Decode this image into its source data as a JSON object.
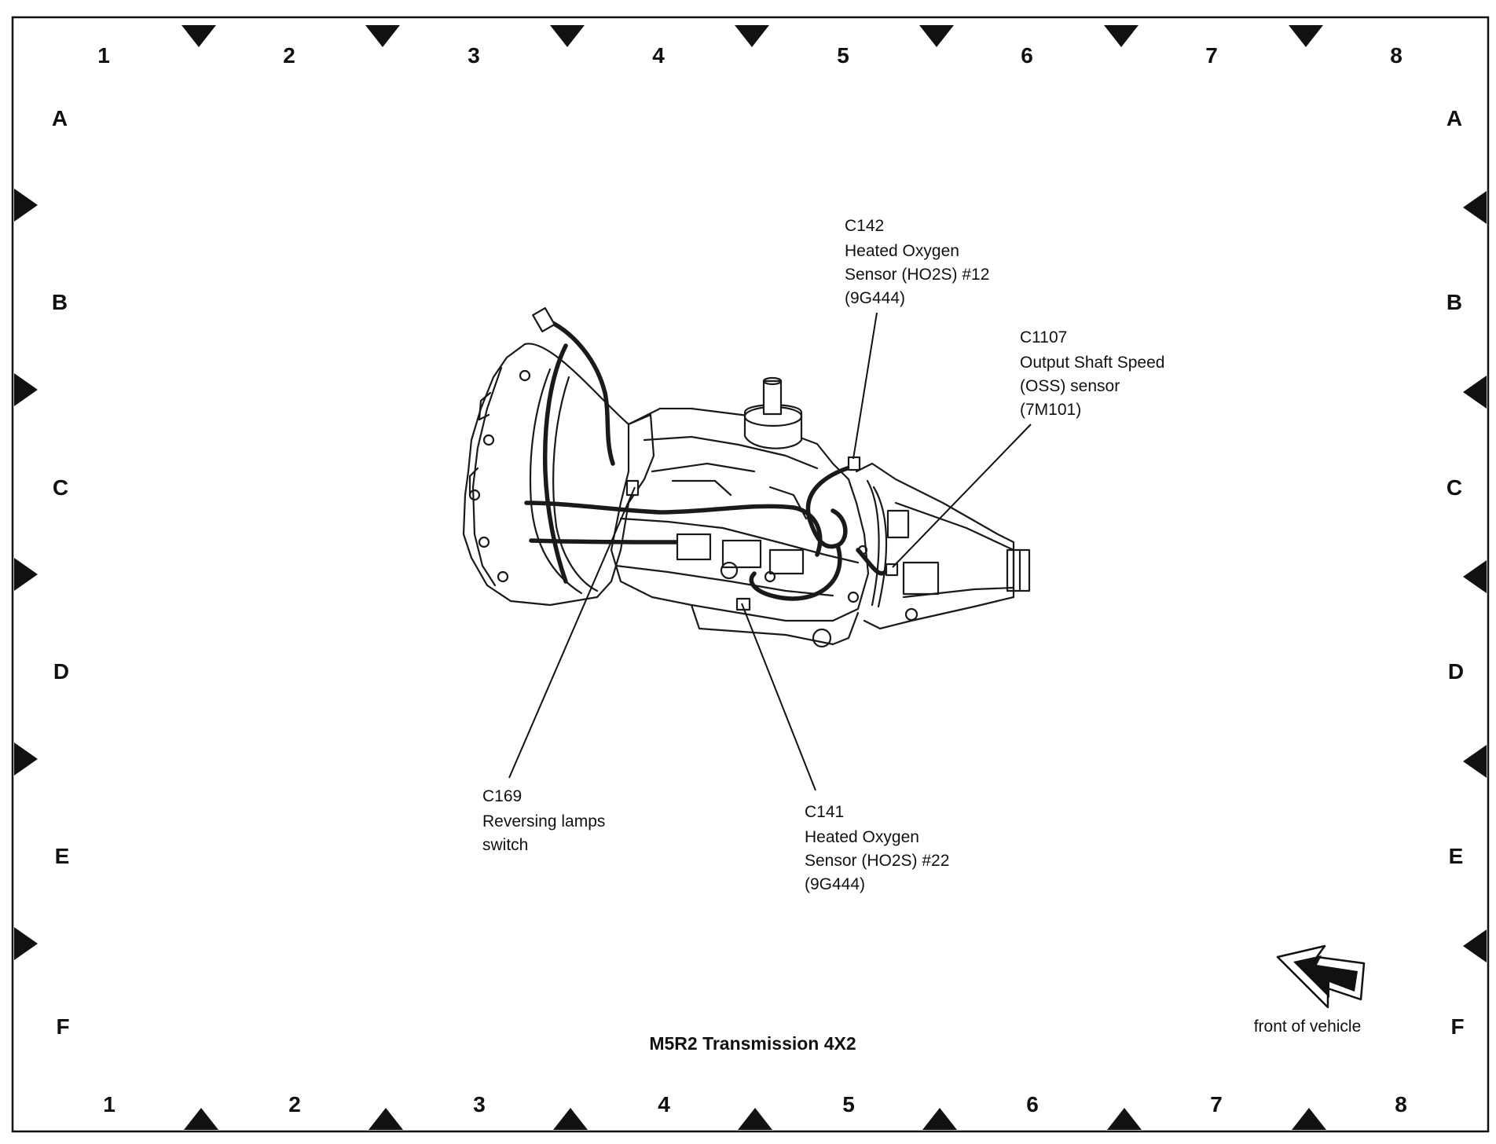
{
  "grid": {
    "columns": [
      "1",
      "2",
      "3",
      "4",
      "5",
      "6",
      "7",
      "8"
    ],
    "rows": [
      "A",
      "B",
      "C",
      "D",
      "E",
      "F"
    ]
  },
  "title": "M5R2 Transmission 4X2",
  "callouts": [
    {
      "id": "c142",
      "lines": [
        "C142",
        "Heated Oxygen",
        "Sensor (HO2S) #12",
        "(9G444)"
      ]
    },
    {
      "id": "c1107",
      "lines": [
        "C1107",
        "Output Shaft Speed",
        "(OSS) sensor",
        "(7M101)"
      ]
    },
    {
      "id": "c169",
      "lines": [
        "C169",
        "Reversing lamps",
        "switch"
      ]
    },
    {
      "id": "c141",
      "lines": [
        "C141",
        "Heated Oxygen",
        "Sensor (HO2S) #22",
        "(9G444)"
      ]
    }
  ],
  "front_of_vehicle": {
    "label": "front of vehicle",
    "icon": "front-arrow-icon"
  },
  "colors": {
    "ink": "#111111",
    "background": "#ffffff"
  }
}
